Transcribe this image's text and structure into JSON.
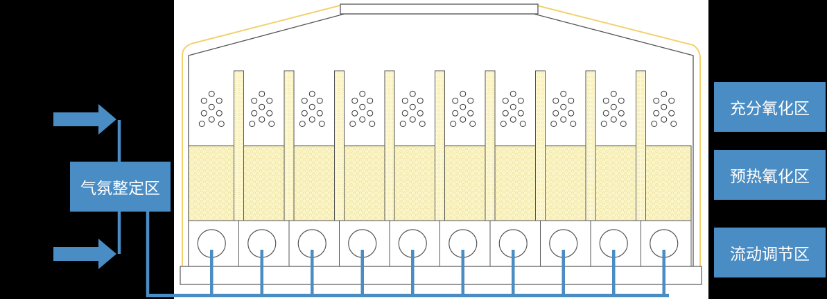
{
  "labels": {
    "atmosphere_zone": "气氛整定区",
    "full_oxidation_zone": "充分氧化区",
    "preheat_oxidation_zone": "预热氧化区",
    "flow_regulation_zone": "流动调节区"
  },
  "colors": {
    "background": "#000000",
    "furnace_bg": "#ffffff",
    "label_fill": "#4a8cc4",
    "pipe": "#4a8cc4",
    "furnace_outline": "#f2d16b",
    "bed_fill": "#fbf6c9",
    "partition_fill": "#fdf8d2",
    "line": "#555555"
  },
  "diagram": {
    "chamber_count": 10,
    "inlet_arrows": 2,
    "particles_per_chamber": 9
  }
}
